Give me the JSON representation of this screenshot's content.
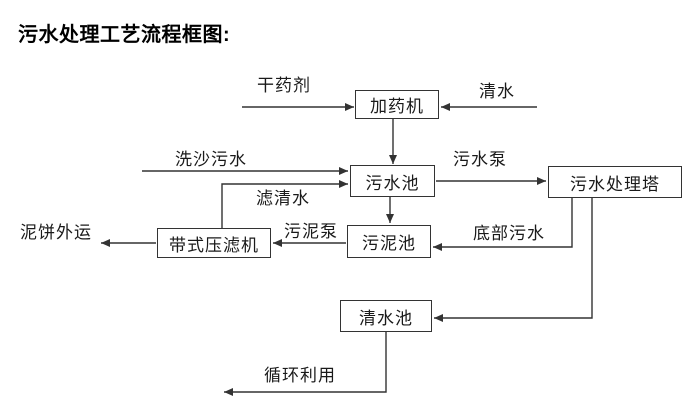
{
  "title": "污水处理工艺流程框图:",
  "diagram": {
    "nodes": [
      {
        "id": "dosing-machine",
        "label": "加药机"
      },
      {
        "id": "sewage-pool",
        "label": "污水池"
      },
      {
        "id": "sewage-treatment-tower",
        "label": "污水处理塔"
      },
      {
        "id": "belt-filter-press",
        "label": "带式压滤机"
      },
      {
        "id": "sludge-pool",
        "label": "污泥池"
      },
      {
        "id": "clean-water-pool",
        "label": "清水池"
      }
    ],
    "flow_labels": [
      {
        "id": "dry-agent",
        "text": "干药剂"
      },
      {
        "id": "clean-water",
        "text": "清水"
      },
      {
        "id": "sand-washing-sewage",
        "text": "洗沙污水"
      },
      {
        "id": "filtered-water",
        "text": "滤清水"
      },
      {
        "id": "sewage-pump",
        "text": "污水泵"
      },
      {
        "id": "sludge-pump",
        "text": "污泥泵"
      },
      {
        "id": "bottom-sewage",
        "text": "底部污水"
      },
      {
        "id": "mud-cake-outbound",
        "text": "泥饼外运"
      },
      {
        "id": "recycle-use",
        "text": "循环利用"
      }
    ],
    "edges": [
      {
        "from": "干药剂(外部)",
        "to": "加药机",
        "label": "干药剂"
      },
      {
        "from": "清水(外部)",
        "to": "加药机",
        "label": "清水"
      },
      {
        "from": "加药机",
        "to": "污水池",
        "label": ""
      },
      {
        "from": "洗沙污水(外部)",
        "to": "污水池",
        "label": "洗沙污水"
      },
      {
        "from": "带式压滤机",
        "to": "污水池",
        "label": "滤清水"
      },
      {
        "from": "污水池",
        "to": "污水处理塔",
        "label": "污水泵"
      },
      {
        "from": "污水池",
        "to": "污泥池",
        "label": ""
      },
      {
        "from": "污泥池",
        "to": "带式压滤机",
        "label": "污泥泵"
      },
      {
        "from": "污水处理塔",
        "to": "污泥池",
        "label": "底部污水"
      },
      {
        "from": "污水处理塔",
        "to": "清水池",
        "label": ""
      },
      {
        "from": "带式压滤机",
        "to": "泥饼外运",
        "label": "泥饼外运"
      },
      {
        "from": "清水池",
        "to": "循环利用",
        "label": "循环利用"
      }
    ],
    "colors": {
      "line": "#333333",
      "text": "#1a1a1a",
      "background": "#ffffff"
    }
  }
}
